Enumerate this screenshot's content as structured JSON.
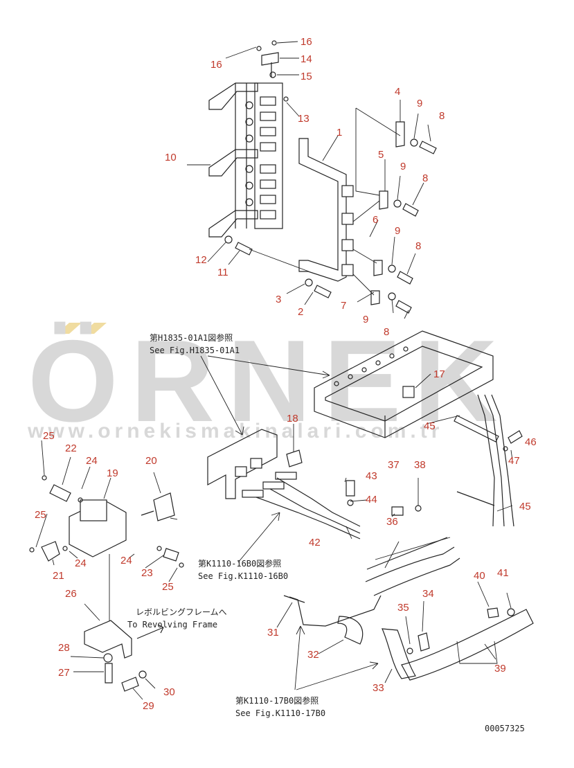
{
  "watermark": {
    "logo_text": "ÖRNEK",
    "url_text": "www.ornekismakinalari.com.tr",
    "color": "#d8d8d8",
    "accent_color": "#f0dca0"
  },
  "references": {
    "h1835_jp": "第H1835-01A1図参照",
    "h1835_en": "See Fig.H1835-01A1",
    "k1110_16_jp": "第K1110-16B0図参照",
    "k1110_16_en": "See Fig.K1110-16B0",
    "frame_jp": "レボルビングフレームへ",
    "frame_en": "To Revolving Frame",
    "k1110_17_jp": "第K1110-17B0図参照",
    "k1110_17_en": "See Fig.K1110-17B0"
  },
  "drawing_number": "00057325",
  "callout_color": "#c0392b",
  "callouts": [
    "1",
    "2",
    "3",
    "4",
    "5",
    "6",
    "7",
    "8",
    "8",
    "8",
    "8",
    "9",
    "9",
    "9",
    "9",
    "10",
    "11",
    "12",
    "13",
    "14",
    "15",
    "16",
    "16",
    "17",
    "18",
    "19",
    "20",
    "21",
    "22",
    "23",
    "24",
    "24",
    "24",
    "25",
    "25",
    "25",
    "26",
    "27",
    "28",
    "29",
    "30",
    "31",
    "32",
    "33",
    "34",
    "35",
    "36",
    "37",
    "38",
    "39",
    "40",
    "41",
    "42",
    "43",
    "44",
    "45",
    "45",
    "46",
    "47"
  ]
}
